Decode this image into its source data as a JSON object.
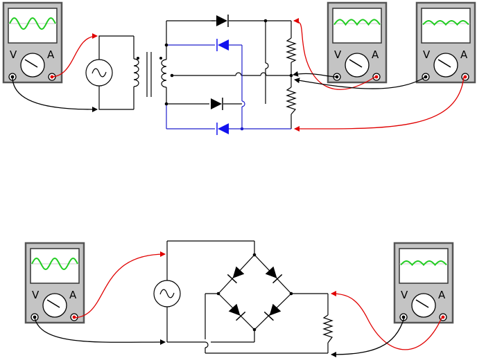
{
  "colors": {
    "wire": "#000000",
    "wire_blue": "#1f1fcc",
    "diode_blue": "#1212ee",
    "probe_red": "#e00000",
    "terminal_red": "#e00000",
    "trace_green": "#22cc22",
    "meter_case": "#c4c4c4",
    "meter_edge": "#555555",
    "screen_bg": "#ffffff"
  },
  "meters": [
    {
      "id": "scope-top-left",
      "volt_label": "V",
      "amp_label": "A",
      "trace": "sine"
    },
    {
      "id": "scope-top-middle",
      "volt_label": "V",
      "amp_label": "A",
      "trace": "half-rectified"
    },
    {
      "id": "scope-top-right",
      "volt_label": "V",
      "amp_label": "A",
      "trace": "full-rectified"
    },
    {
      "id": "scope-bottom-left",
      "volt_label": "V",
      "amp_label": "A",
      "trace": "sine"
    },
    {
      "id": "scope-bottom-right",
      "volt_label": "V",
      "amp_label": "A",
      "trace": "full-rectified"
    }
  ],
  "icons": {
    "ac_source": "ac-source-icon",
    "transformer": "transformer-icon",
    "diode": "diode-icon",
    "resistor": "resistor-icon"
  }
}
